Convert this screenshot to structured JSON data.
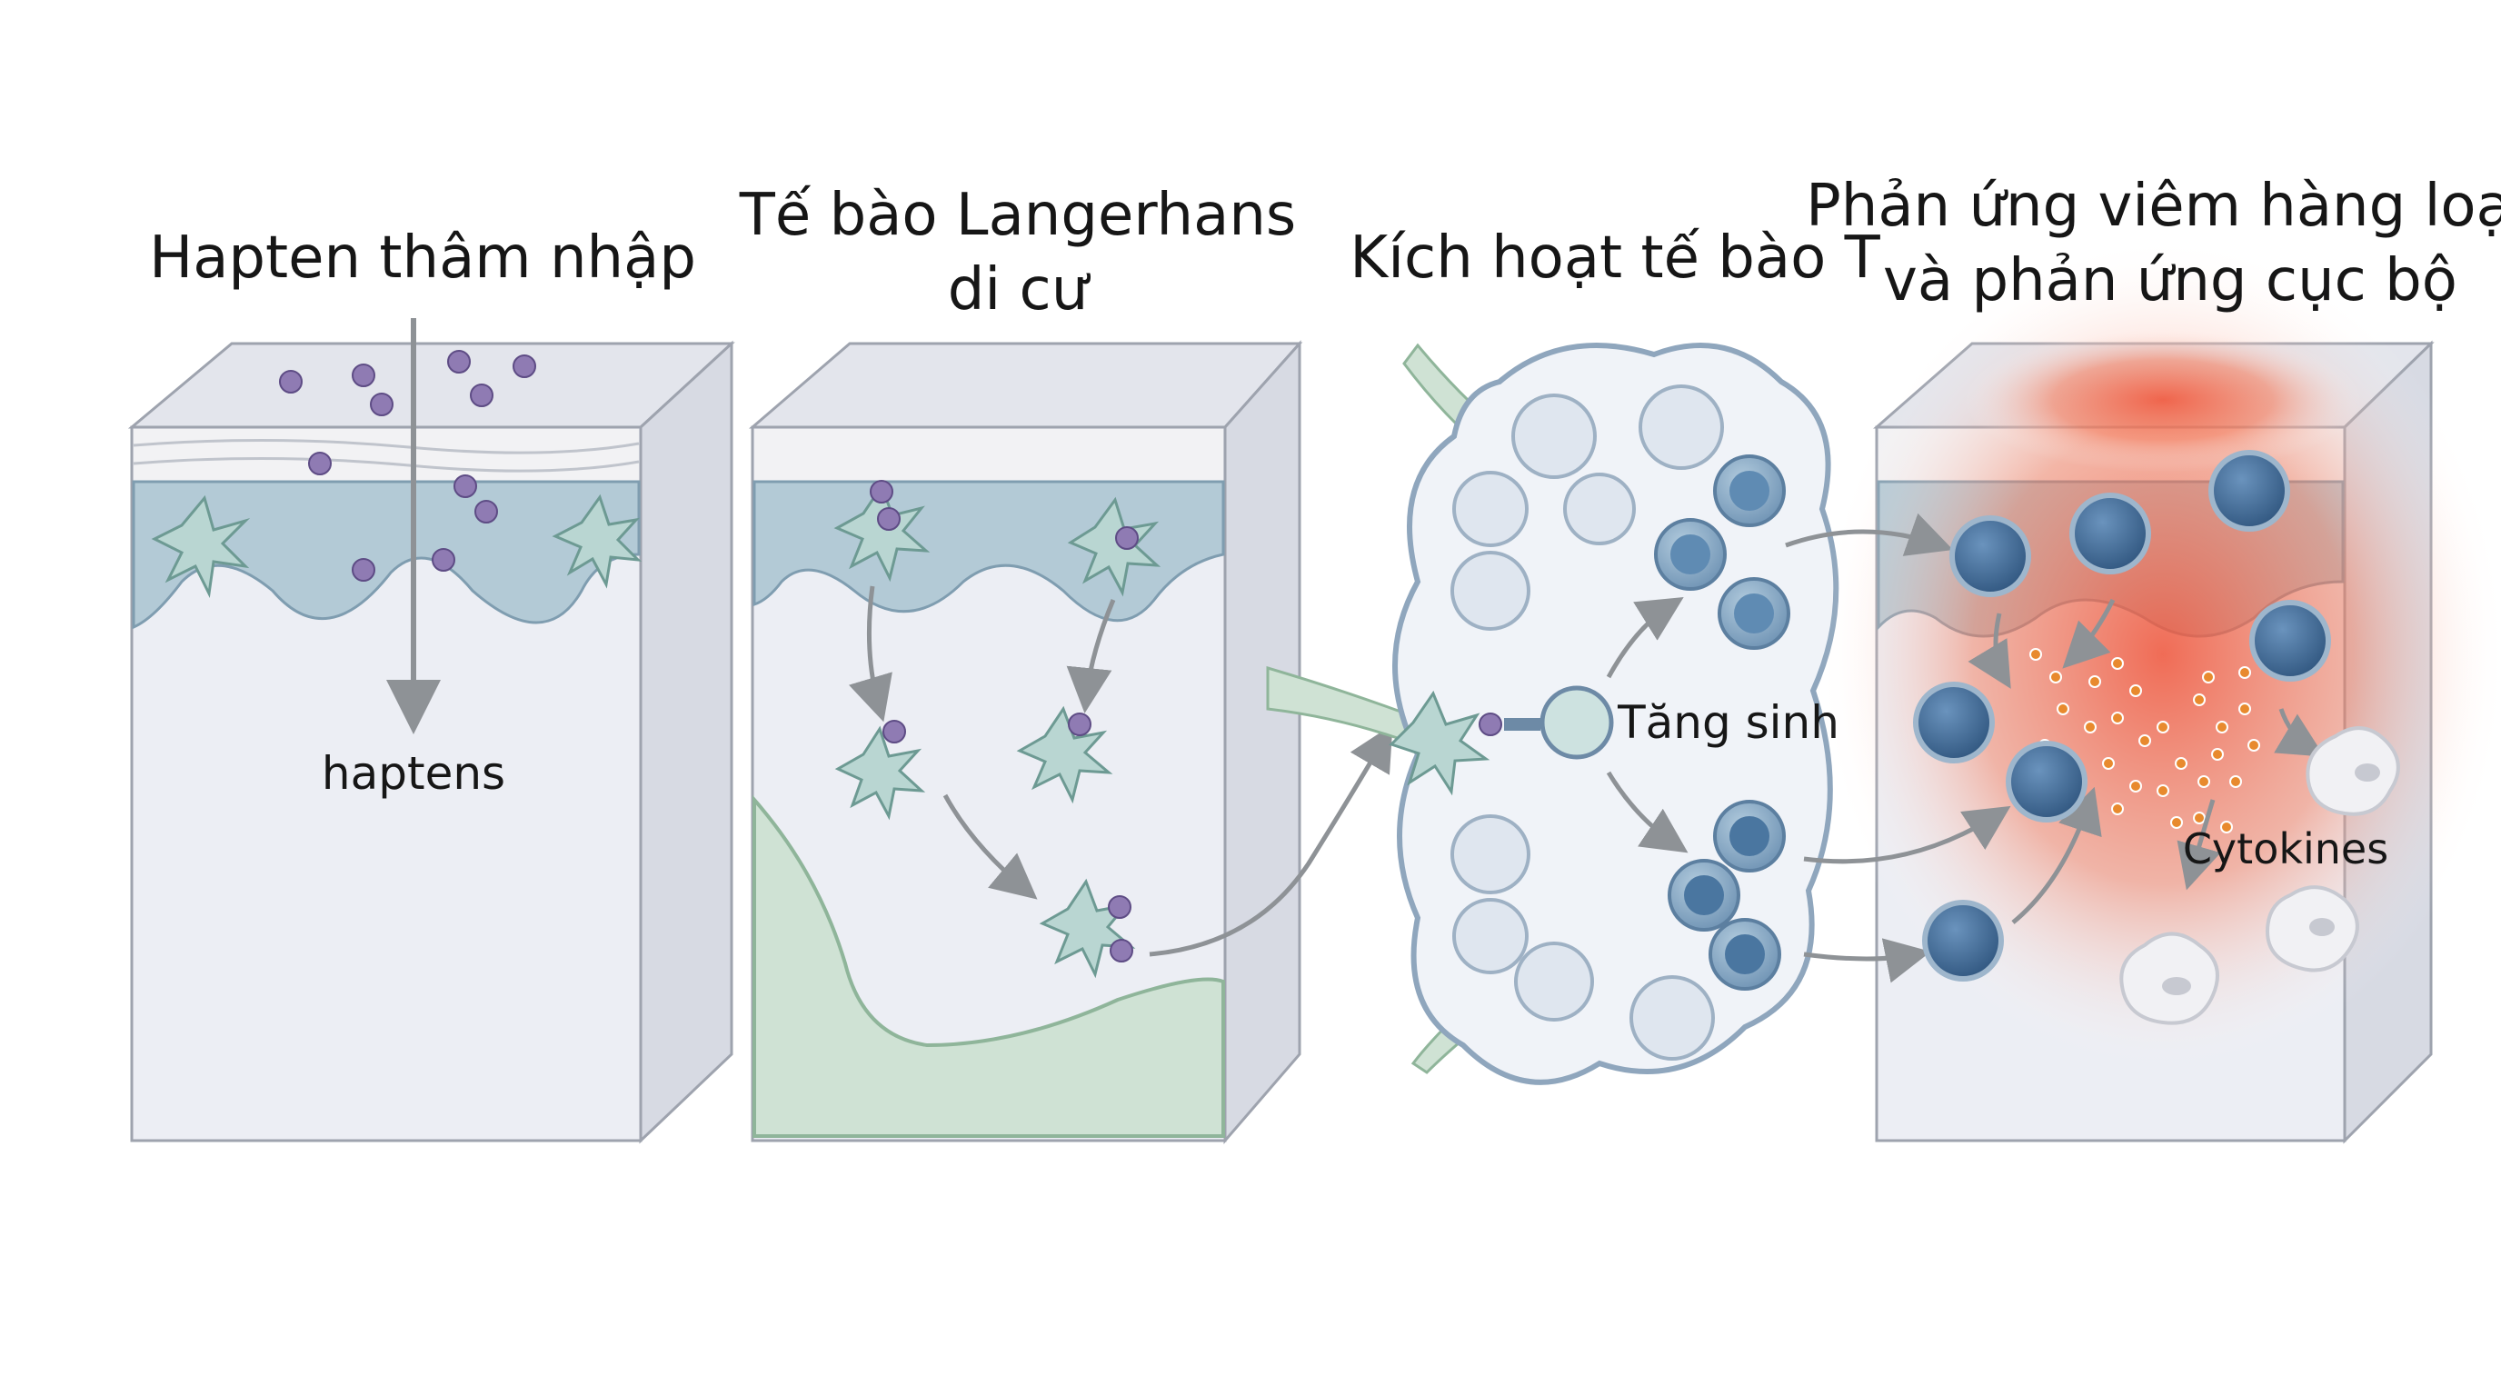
{
  "panels": [
    {
      "title": "Hapten thâm nhập",
      "label": "haptens"
    },
    {
      "title_line1": "Tế bào Langerhans",
      "title_line2": "di cư"
    },
    {
      "title": "Kích hoạt tế bào T",
      "label": "Tăng sinh"
    },
    {
      "title_line1": "Phản ứng viêm hàng loạt",
      "title_line2": "và phản ứng cục bộ",
      "label": "Cytokines"
    }
  ],
  "colors": {
    "hapten": "#8f7bb3",
    "langerhans_cell": "#b9d6d2",
    "epidermis": "#b3cad6",
    "dermis": "#eceef4",
    "vessel": "#cfe2d4",
    "t_cell": "#3f6b94",
    "inflammation": "#f0553a",
    "cytokine": "#e88a2e",
    "arrow": "#8e9296"
  }
}
